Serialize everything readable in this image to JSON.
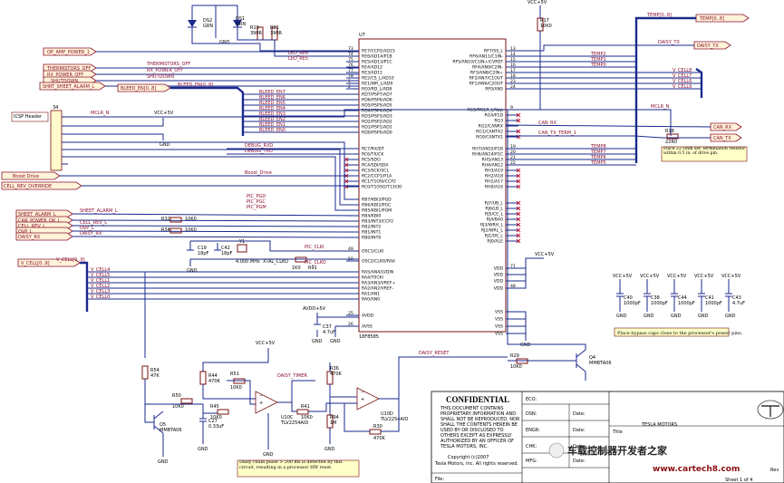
{
  "mcu": {
    "ref": "U7",
    "part": "18F8585",
    "left_pins": [
      {
        "num": "73",
        "name": "RE7/CCP2/AD15"
      },
      {
        "num": "74",
        "name": "RE6/AD14/P1B"
      },
      {
        "num": "75",
        "name": "RE5/AD13/P1C"
      },
      {
        "num": "76",
        "name": "RE4/AD12"
      },
      {
        "num": "77",
        "name": "RE3/AD11"
      },
      {
        "num": "78",
        "name": "RE2/CS_L/AD10"
      },
      {
        "num": "1",
        "name": "RE1/WR_L/AD9"
      },
      {
        "num": "2",
        "name": "RE0/RD_L/AD8"
      },
      {
        "num": "",
        "name": "RD7/PSP7/AD7"
      },
      {
        "num": "",
        "name": "RD6/PSP6/AD6"
      },
      {
        "num": "",
        "name": "RD5/PSP5/AD5"
      },
      {
        "num": "",
        "name": "RD4/PSP4/AD4"
      },
      {
        "num": "",
        "name": "RD3/PSP3/AD3"
      },
      {
        "num": "",
        "name": "RD2/PSP2/AD2"
      },
      {
        "num": "",
        "name": "RD1/PSP1/AD1"
      },
      {
        "num": "",
        "name": "RD0/PSP0/AD0"
      },
      {
        "num": "",
        "name": "RC7/RX/DT"
      },
      {
        "num": "",
        "name": "RC6/TX/CK"
      },
      {
        "num": "",
        "name": "RC5/SDO"
      },
      {
        "num": "",
        "name": "RC4/SDI/SDA"
      },
      {
        "num": "",
        "name": "RC3/SCK/SCL"
      },
      {
        "num": "",
        "name": "RC2/CCP1/P1A"
      },
      {
        "num": "",
        "name": "RC1/T1OSI/CCP2"
      },
      {
        "num": "",
        "name": "RC0/T1OSO/T13CKI"
      },
      {
        "num": "",
        "name": "RB7/KBI3/PGD"
      },
      {
        "num": "",
        "name": "RB6/KBI2/PGC"
      },
      {
        "num": "",
        "name": "RB5/KBI1/PGM"
      },
      {
        "num": "",
        "name": "RB4/KBI0"
      },
      {
        "num": "",
        "name": "RB3/INT3/CCP2"
      },
      {
        "num": "",
        "name": "RB2/INT2"
      },
      {
        "num": "",
        "name": "RB1/INT1"
      },
      {
        "num": "",
        "name": "RB0/INT0"
      },
      {
        "num": "49",
        "name": "OSC1/CLKI"
      },
      {
        "num": "50",
        "name": "OSC2/CLKO/RA6"
      },
      {
        "num": "",
        "name": "RA5/AN4/LVDIN"
      },
      {
        "num": "",
        "name": "RA4/T0CKI"
      },
      {
        "num": "",
        "name": "RA3/AN3/VREF+"
      },
      {
        "num": "",
        "name": "RA2/AN2/VREF-"
      },
      {
        "num": "",
        "name": "RA1/AN1"
      },
      {
        "num": "",
        "name": "RA0/AN0"
      },
      {
        "num": "25",
        "name": "AVDD"
      },
      {
        "num": "26",
        "name": "AVSS"
      }
    ],
    "right_pins": [
      {
        "num": "13",
        "name": "RF7/SS_L"
      },
      {
        "num": "14",
        "name": "RF6/AN11/C1IN-"
      },
      {
        "num": "15",
        "name": "RF5/AN10/C1IN+/CVREF"
      },
      {
        "num": "16",
        "name": "RF4/AN9/C2IN-"
      },
      {
        "num": "17",
        "name": "RF3/AN8/C2IN+"
      },
      {
        "num": "18",
        "name": "RF2/AN7/C1OUT"
      },
      {
        "num": "23",
        "name": "RF1/AN6/C2OUT"
      },
      {
        "num": "24",
        "name": "RF0/AN5"
      },
      {
        "num": "9",
        "name": "RG5/MCLR_L/Vpp"
      },
      {
        "num": "",
        "name": "RG4/P1D"
      },
      {
        "num": "",
        "name": "RG3"
      },
      {
        "num": "",
        "name": "RG2/CANRX"
      },
      {
        "num": "",
        "name": "RG1/CANTX2"
      },
      {
        "num": "",
        "name": "RG0/CANTX1"
      },
      {
        "num": "19",
        "name": "RH7/AN15/P1B"
      },
      {
        "num": "20",
        "name": "RH6/AN14/P1C"
      },
      {
        "num": "21",
        "name": "RH5/AN13"
      },
      {
        "num": "22",
        "name": "RH4/AN12"
      },
      {
        "num": "",
        "name": "RH3/A19"
      },
      {
        "num": "",
        "name": "RH2/A18"
      },
      {
        "num": "",
        "name": "RH1/A17"
      },
      {
        "num": "",
        "name": "RH0/A16"
      },
      {
        "num": "",
        "name": "RJ7/UB_L"
      },
      {
        "num": "",
        "name": "RJ6/LB_L"
      },
      {
        "num": "",
        "name": "RJ5/CE_L"
      },
      {
        "num": "",
        "name": "RJ4/BA0"
      },
      {
        "num": "",
        "name": "RJ3/WRH_L"
      },
      {
        "num": "",
        "name": "RJ2/WRL_L"
      },
      {
        "num": "",
        "name": "RJ1/OE_L"
      },
      {
        "num": "",
        "name": "RJ0/ALE"
      },
      {
        "num": "71",
        "name": "VDD"
      },
      {
        "num": "",
        "name": "VDD"
      },
      {
        "num": "",
        "name": "VDD"
      },
      {
        "num": "48",
        "name": "VDD"
      },
      {
        "num": "",
        "name": "VSS"
      },
      {
        "num": "",
        "name": "VSS"
      },
      {
        "num": "",
        "name": "VSS"
      },
      {
        "num": "",
        "name": "VSS"
      }
    ]
  },
  "offpage_left": [
    "OP_AMP_POWER_1",
    "THERMISTORS_OFF",
    "RX_POWER_OFF",
    "SHUTDOWN",
    "SHRT_SHEET_ALARM_L",
    "BLEED_EN[0..8]",
    "Boost Drive",
    "CELL_REV_OVERRIDE",
    "SHEET_ALARM_L",
    "CAN_POWER_OK_L",
    "CELL_REV_L",
    "OVP_L",
    "DAISY_RX",
    "V_CELL[0..9]"
  ],
  "offpage_right": [
    "TEMP[0..8]",
    "DAISY_TX",
    "CAN_RX",
    "CAN_TX"
  ],
  "nets": {
    "led_re6": "LED_RE6",
    "led_re5": "LED_RE5",
    "thermistors_off": "THERMISTORS_OFF",
    "rx_power_off": "RX_POWER_OFF",
    "shutdown": "SHUTDOWN",
    "bleed_en_bus": "BLEED_EN[0..8]",
    "bleed": [
      "BLEED_EN7",
      "BLEED_EN6",
      "BLEED_EN5",
      "BLEED_EN4",
      "BLEED_EN3",
      "BLEED_EN2",
      "BLEED_EN1",
      "BLEED_EN0"
    ],
    "mclr": "MCLR_N",
    "debug_rxd": "DEBUG_RXD",
    "debug_txd": "DEBUG_TXD",
    "boost_drive": "Boost_Drive",
    "pic_pgd": "PIC_PGD",
    "pic_pgc": "PIC_PGC",
    "pic_pgm": "PIC_PGM",
    "sheet_alarm": "SHEET_ALARM_L",
    "cell_rev": "CELL_REV_L",
    "ovp": "OVP_L",
    "daisy_rx": "DAISY_RX",
    "v_cell_bus": "V_CELL[0..9]",
    "v_cell_left": [
      "V_CELL4",
      "V_CELL5",
      "V_CELL1",
      "V_CELL2",
      "V_CELL3",
      "V_CELL0"
    ],
    "xtal_clki": "PIC_CLKI",
    "xtal_clko": "PIC_CLKO",
    "xtal_freq": "4.000 MHz",
    "xtal_net": "XTAL_CLKO",
    "temp_bus": "TEMP[0..8]",
    "temp_right": [
      "TEMP2",
      "TEMP1",
      "TEMP0"
    ],
    "temp_right2": [
      "TEMP8",
      "TEMP7",
      "TEMP6",
      "TEMP5"
    ],
    "v_cell_right": [
      "V_CELL8",
      "V_CELL7",
      "V_CELL6",
      "V_CELL9"
    ],
    "daisy_tx": "DAISY_TX",
    "can_rx": "CAN_RX",
    "can_tx_term": "CAN_TX_TERM_1",
    "daisy_timer": "DAISY_TIMER",
    "daisy_reset": "DAISY_RESET",
    "avdd": "AVDD+5V"
  },
  "parts": {
    "ds2": {
      "ref": "DS2",
      "val": "GRN"
    },
    "ds1": {
      "ref": "DS1",
      "val": "GRN"
    },
    "r19": {
      "ref": "R19",
      "val": "390R"
    },
    "r21": {
      "ref": "R21",
      "val": "390R"
    },
    "r17": {
      "ref": "R17",
      "val": "10K0"
    },
    "j34": {
      "ref": "34",
      "label": "ICSP Header"
    },
    "r32": {
      "ref": "R32",
      "val": "10K0"
    },
    "r34": {
      "ref": "R34",
      "val": "10K0"
    },
    "r18": {
      "ref": "R18",
      "val": "22R0"
    },
    "c19": {
      "ref": "C19",
      "val": "18pF"
    },
    "c42": {
      "ref": "C42",
      "val": "18pF"
    },
    "y1": {
      "ref": "Y1"
    },
    "r91": {
      "ref": "R91",
      "val": "1K0"
    },
    "c37": {
      "ref": "C37",
      "val": "4.7uF"
    },
    "c40": {
      "ref": "C40",
      "val": "1000pF"
    },
    "c38": {
      "ref": "C38",
      "val": "1000pF"
    },
    "c44": {
      "ref": "C44",
      "val": "1000pF"
    },
    "c41": {
      "ref": "C41",
      "val": "1000pF"
    },
    "c43": {
      "ref": "C43",
      "val": "4.7uF"
    },
    "r29": {
      "ref": "R29",
      "val": "10K0"
    },
    "q4": {
      "ref": "Q4",
      "val": "MMBTA06"
    },
    "r54": {
      "ref": "R54",
      "val": "47K"
    },
    "r44": {
      "ref": "R44",
      "val": "470K"
    },
    "r51": {
      "ref": "R51",
      "val": "10K0"
    },
    "r50": {
      "ref": "R50",
      "val": "10K0"
    },
    "r45": {
      "ref": "R45",
      "val": "10K0"
    },
    "c27": {
      "ref": "C27",
      "val": "0.33uF"
    },
    "q5": {
      "ref": "Q5",
      "val": "MMBTA06"
    },
    "u10c": {
      "ref": "U10C",
      "val": "TLV2254AID"
    },
    "r41": {
      "ref": "R41",
      "val": "10K0"
    },
    "r36": {
      "ref": "R36",
      "val": "470K"
    },
    "r94": {
      "ref": "R94",
      "val": "1M"
    },
    "u10d": {
      "ref": "U10D",
      "val": "TLV2254AID"
    },
    "r30": {
      "ref": "R30",
      "val": "470K"
    }
  },
  "supplies": {
    "vcc": "VCC+5V"
  },
  "notes": {
    "can_term": "Place 22 Ohm ser. termination resistor within 0.5 in. of drive pin.",
    "bypass": "Place bypass caps close to the processor's power pins.",
    "daisy": "Daisy chain pulse > 200 ms is detected by this circuit, resulting in a processor HW reset."
  },
  "title_block": {
    "confidential": "CONFIDENTIAL",
    "text": [
      "THIS DOCUMENT CONTAINS",
      "PROPRIETARY INFORMATION AND",
      "SHALL NOT BE REPRODUCED, NOR",
      "SHALL THE CONTENTS HEREIN BE",
      "USED BY OR DISCLOSED TO",
      "OTHERS EXCEPT AS EXPRESSLY",
      "AUTHORIZED BY AN OFFICER OF",
      "TESLA MOTORS, INC."
    ],
    "copyright": "Copyright (c)2007",
    "rights": "Tesla Motors, Inc. All rights reserved.",
    "fields": [
      "ECO:",
      "DSN:",
      "ENGR:",
      "CHK:",
      "MFG:",
      "File:"
    ],
    "date": "Date:",
    "title": "Title",
    "company": "TESLA MOTORS",
    "rev": "Rev",
    "sheet": "Sheet 1 of 4"
  },
  "watermark": {
    "line1": "车载控制器开发者之家",
    "url": "www.cartech8.com"
  }
}
